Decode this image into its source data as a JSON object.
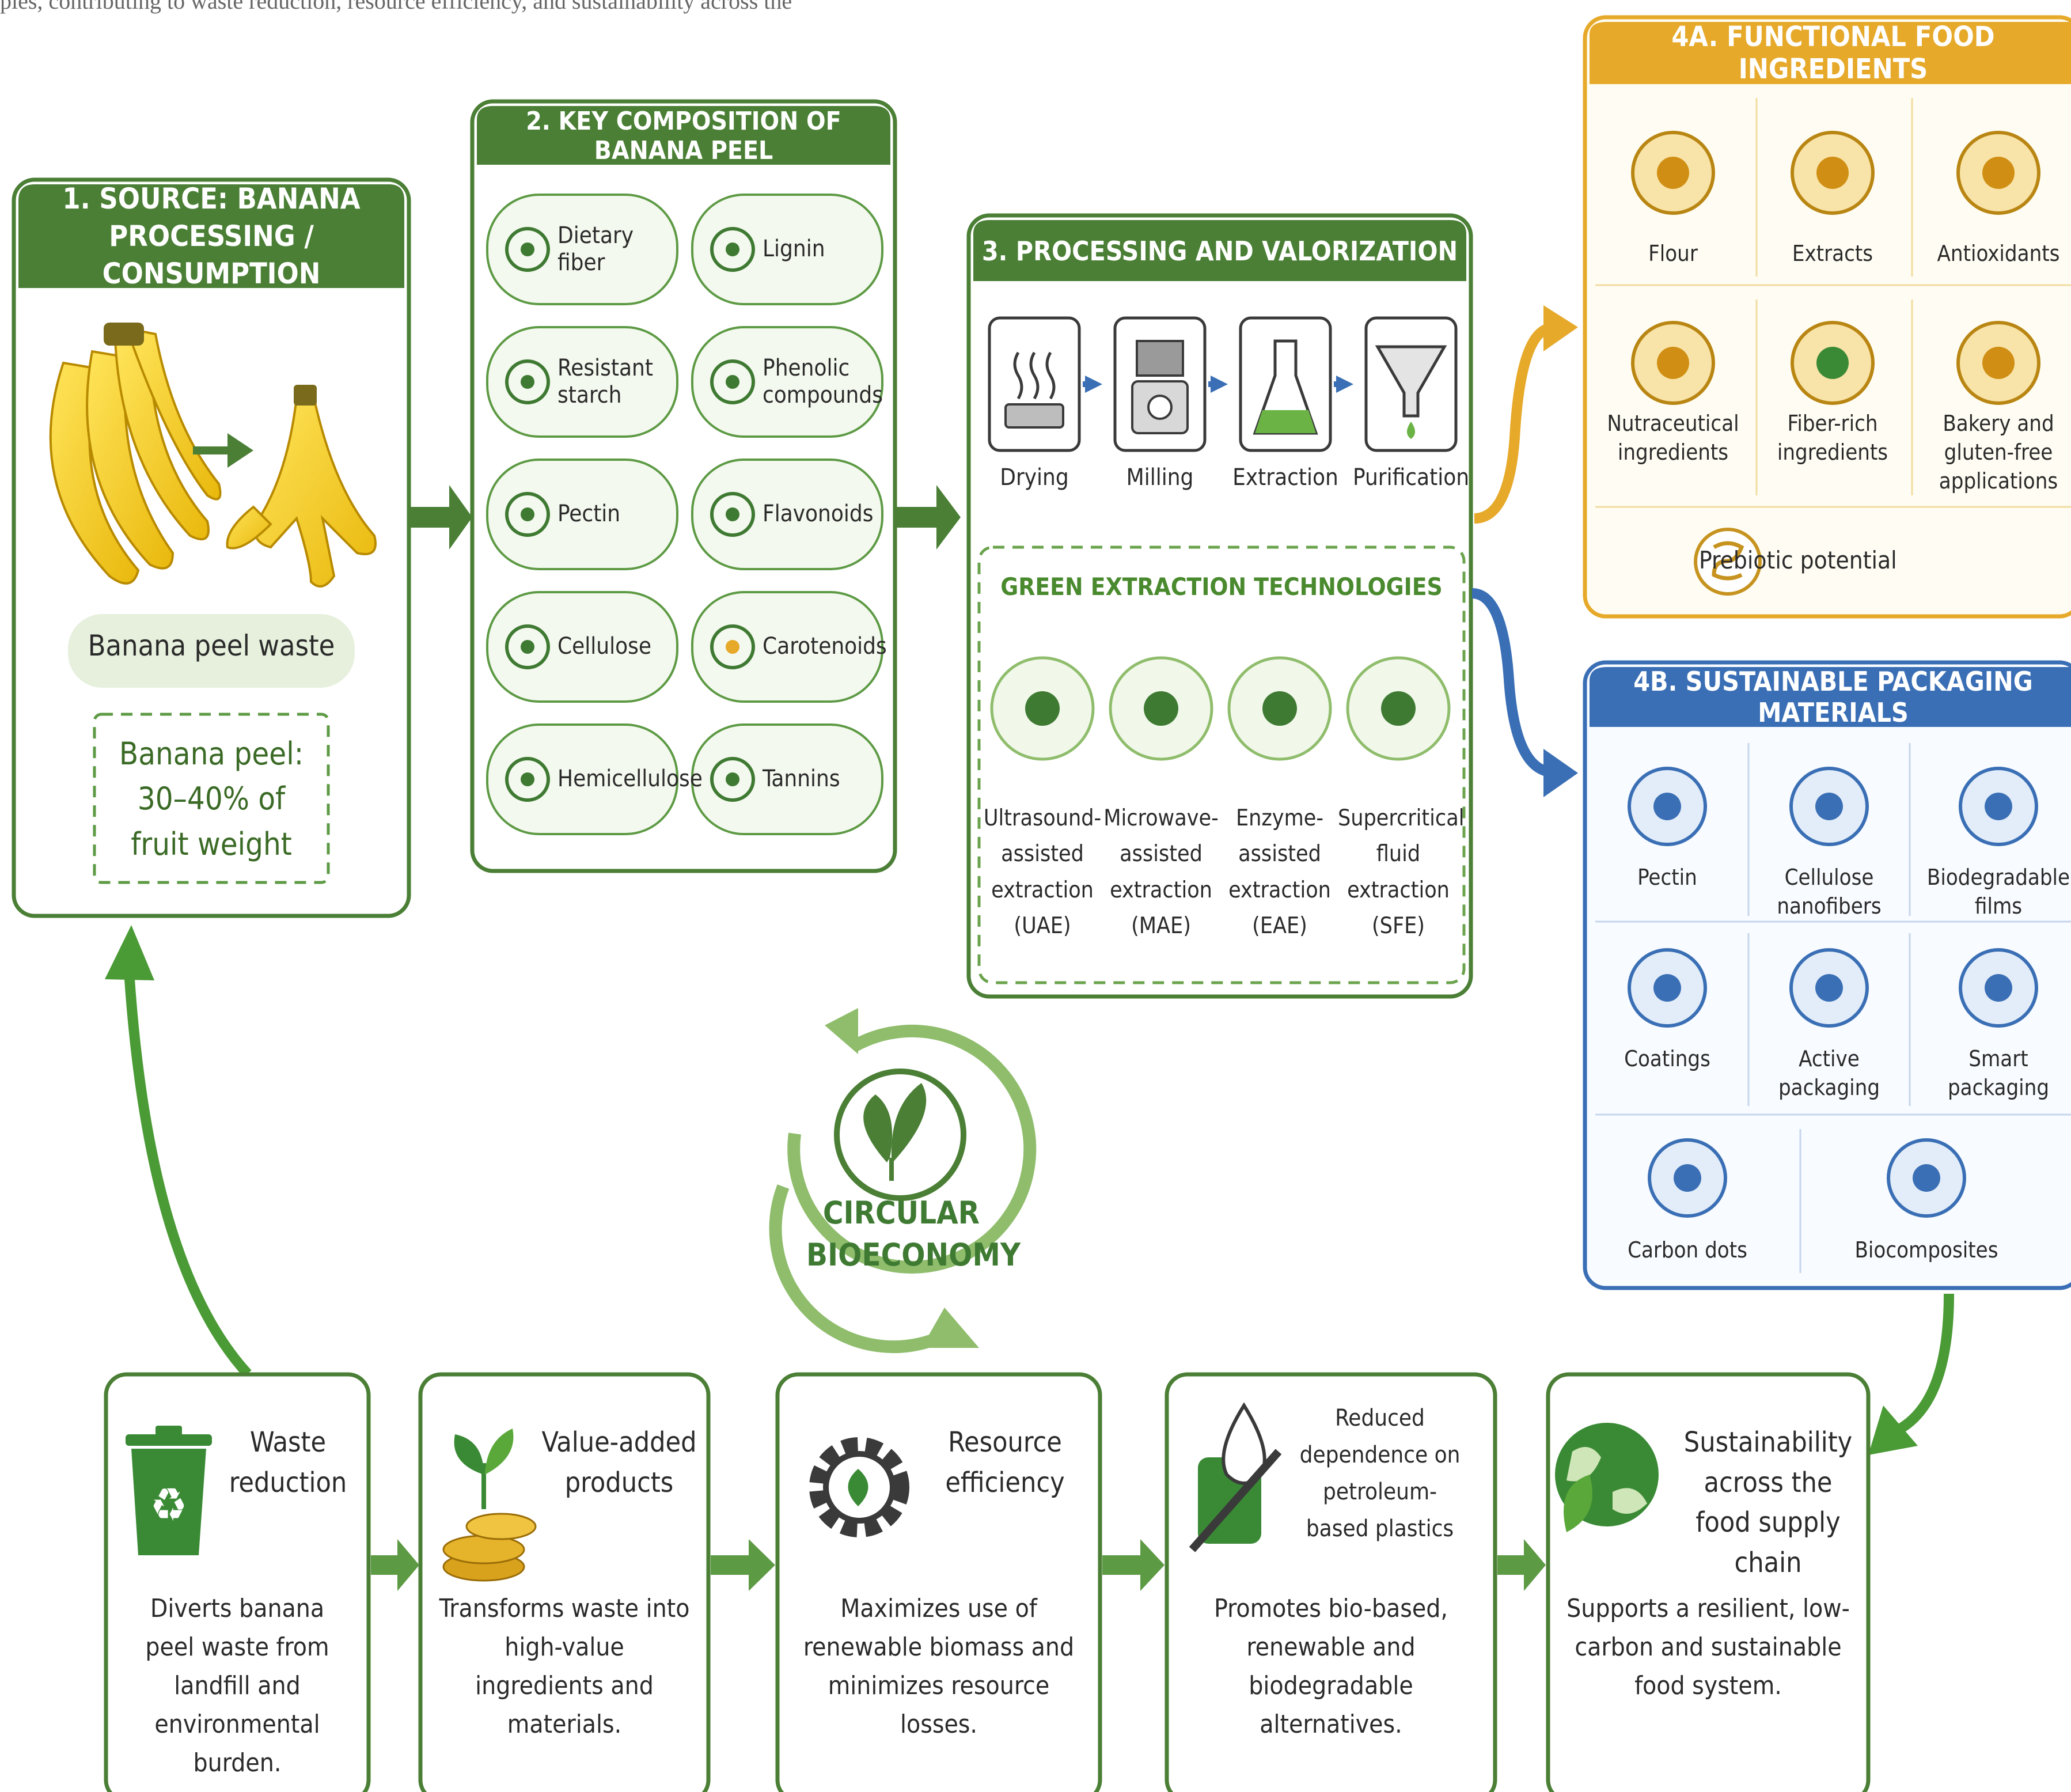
{
  "top_clipped_text": "ples, contributing to waste reduction, resource efficiency, and sustainability across the",
  "panel1": {
    "title": "1. SOURCE: BANANA PROCESSING / CONSUMPTION",
    "waste_label": "Banana peel waste",
    "peel_note": "Banana peel: 30–40% of fruit weight"
  },
  "panel2": {
    "title": "2. KEY COMPOSITION OF BANANA PEEL",
    "items": [
      {
        "label": "Dietary fiber",
        "icon": "wheat-icon"
      },
      {
        "label": "Lignin",
        "icon": "molecule-icon"
      },
      {
        "label": "Resistant starch",
        "icon": "granules-icon"
      },
      {
        "label": "Phenolic compounds",
        "icon": "phenolic-ring-icon"
      },
      {
        "label": "Pectin",
        "icon": "pectin-chain-icon"
      },
      {
        "label": "Flavonoids",
        "icon": "leaf-icon"
      },
      {
        "label": "Cellulose",
        "icon": "fiber-strands-icon"
      },
      {
        "label": "Carotenoids",
        "icon": "orange-sphere-icon"
      },
      {
        "label": "Hemicellulose",
        "icon": "branch-icon"
      },
      {
        "label": "Tannins",
        "icon": "shield-icon"
      }
    ]
  },
  "panel3": {
    "title": "3. PROCESSING AND VALORIZATION",
    "steps": [
      "Drying",
      "Milling",
      "Extraction",
      "Purification"
    ],
    "green_title": "GREEN EXTRACTION TECHNOLOGIES",
    "tech": [
      "Ultrasound-assisted extraction (UAE)",
      "Microwave-assisted extraction (MAE)",
      "Enzyme-assisted extraction (EAE)",
      "Supercritical fluid extraction (SFE)"
    ]
  },
  "panel4a": {
    "title": "4A. FUNCTIONAL FOOD INGREDIENTS",
    "items": [
      "Flour",
      "Extracts",
      "Antioxidants",
      "Nutraceutical ingredients",
      "Fiber-rich ingredients",
      "Bakery and gluten-free applications"
    ],
    "prebiotic": "Prebiotic potential"
  },
  "panel4b": {
    "title": "4B. SUSTAINABLE PACKAGING MATERIALS",
    "items": [
      "Pectin",
      "Cellulose nanofibers",
      "Biodegradable films",
      "Coatings",
      "Active packaging",
      "Smart packaging",
      "Carbon dots",
      "Biocomposites"
    ]
  },
  "circular": "CIRCULAR BIOECONOMY",
  "benefits": [
    {
      "title": "Waste reduction",
      "desc": "Diverts banana peel waste from landfill and environmental burden."
    },
    {
      "title": "Value-added products",
      "desc": "Transforms waste into high-value ingredients and materials."
    },
    {
      "title": "Resource efficiency",
      "desc": "Maximizes use of renewable biomass and minimizes resource losses."
    },
    {
      "title": "Reduced dependence on petroleum-based plastics",
      "desc": "Promotes bio-based, renewable and biodegradable alternatives."
    },
    {
      "title": "Sustainability across the food supply chain",
      "desc": "Supports a resilient, low-carbon and sustainable food system."
    }
  ],
  "colors": {
    "green_dark": "#3f7a33",
    "green_header": "#4a7f35",
    "yellow": "#e6a92a",
    "blue": "#3a6fb5"
  }
}
